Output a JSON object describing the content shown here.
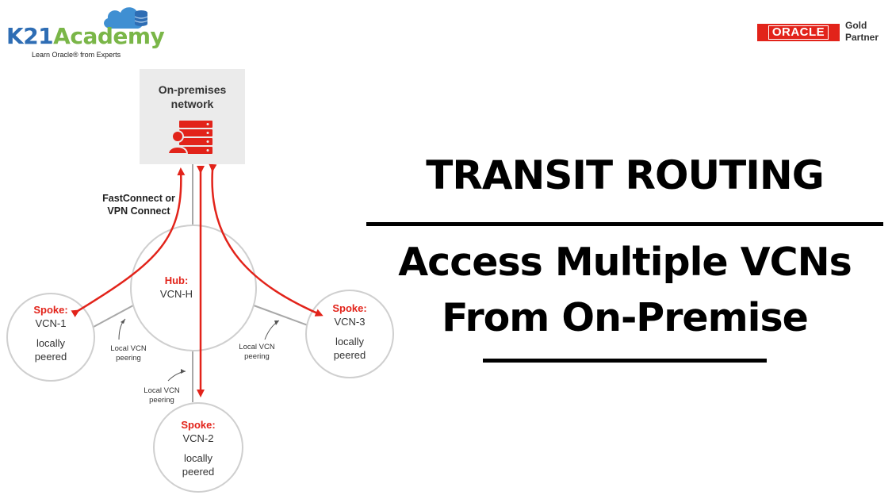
{
  "brand": {
    "logo_k": "K21",
    "logo_a": "Academy",
    "tagline": "Learn Oracle® from Experts",
    "oracle_wordmark": "ORACLE",
    "partner_line1": "Gold",
    "partner_line2": "Partner"
  },
  "diagram": {
    "onprem_line1": "On-premises",
    "onprem_line2": "network",
    "connect_line1": "FastConnect or",
    "connect_line2": "VPN Connect",
    "hub": {
      "role": "Hub:",
      "name": "VCN-H"
    },
    "spoke1": {
      "role": "Spoke:",
      "name": "VCN-1",
      "status1": "locally",
      "status2": "peered"
    },
    "spoke2": {
      "role": "Spoke:",
      "name": "VCN-2",
      "status1": "locally",
      "status2": "peered"
    },
    "spoke3": {
      "role": "Spoke:",
      "name": "VCN-3",
      "status1": "locally",
      "status2": "peered"
    },
    "peering_label1": "Local VCN",
    "peering_label2": "peering",
    "colors": {
      "accent": "#e2231a",
      "node_border": "#cfcfcf",
      "box_fill": "#ebebeb"
    }
  },
  "headline": {
    "title": "TRANSIT ROUTING",
    "subtitle_line1": "Access Multiple VCNs",
    "subtitle_line2": "From On-Premise"
  }
}
